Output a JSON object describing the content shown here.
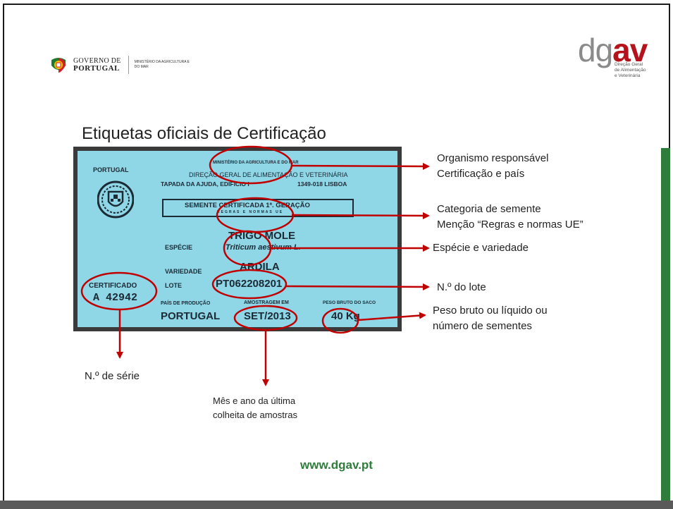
{
  "header": {
    "gov_logo": {
      "line1": "GOVERNO DE",
      "line2": "PORTUGAL",
      "ministry": "MINISTÉRIO DA AGRICULTURA E DO MAR"
    },
    "dgav_logo": {
      "word_gray": "dg",
      "word_red": "av",
      "sub1": "Direção Geral",
      "sub2": "de Alimentação",
      "sub3": "e Veterinária"
    }
  },
  "title": "Etiquetas oficiais de Certificação",
  "label_card": {
    "country": "PORTUGAL",
    "ministry": "MINISTÉRIO DA AGRICULTURA E DO MAR",
    "direction": "DIREÇÃO GERAL DE ALIMENTAÇÃO E VETERINÁRIA",
    "address": "TAPADA DA AJUDA, EDIFICIO I",
    "postcode": "1349-018 LISBOA",
    "category": "SEMENTE CERTIFICADA 1ª. GERAÇÃO",
    "rules": "REGRAS E NORMAS UE",
    "species_label": "ESPÉCIE",
    "species_value": "TRIGO MOLE",
    "species_latin": "Triticum aestivum L.",
    "variety_label": "VARIEDADE",
    "variety_value": "ARDILA",
    "cert_label": "CERTIFICADO",
    "cert_value": "A 42942",
    "lot_label": "LOTE",
    "lot_value": "PT062208201",
    "prod_label": "PAÍS DE PRODUÇÃO",
    "prod_value": "PORTUGAL",
    "sample_label": "AMOSTRAGEM EM",
    "sample_value": "SET/2013",
    "weight_label": "PESO BRUTO DO SACO",
    "weight_value": "40 Kg"
  },
  "annotations": {
    "organism_l1": "Organismo responsável",
    "organism_l2": "Certificação e país",
    "category_l1": "Categoria de semente",
    "category_l2": "Menção “Regras e normas UE”",
    "species": "Espécie e variedade",
    "lot": "N.º do lote",
    "weight_l1": "Peso bruto ou líquido ou",
    "weight_l2": "número de sementes",
    "serial": "N.º de série",
    "month_l1": "Mês e ano da última",
    "month_l2": "colheita de amostras"
  },
  "footer": "www.dgav.pt",
  "colors": {
    "arrow": "#c00000",
    "green": "#2e7d3a",
    "label_bg": "#8fd6e6",
    "dgav_red": "#b5121b"
  }
}
